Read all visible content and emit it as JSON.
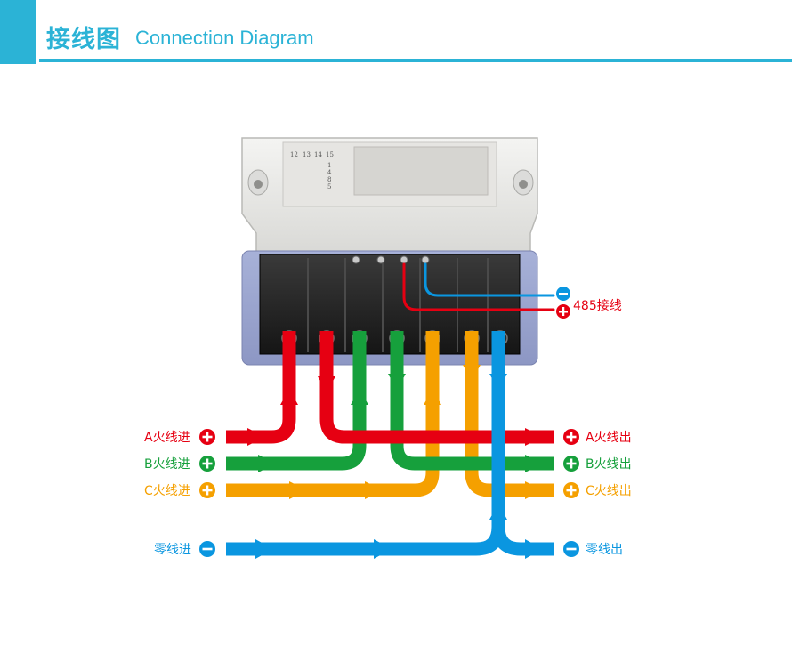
{
  "header": {
    "title_cn": "接线图",
    "title_en": "Connection Diagram"
  },
  "terminal_block_label": "485接线",
  "left_labels": {
    "a_in": "A火线进",
    "b_in": "B火线进",
    "c_in": "C火线进",
    "n_in": "零线进"
  },
  "right_labels": {
    "a_out": "A火线出",
    "b_out": "B火线出",
    "c_out": "C火线出",
    "n_out": "零线出"
  },
  "cover_numbers": [
    "12",
    "13",
    "14",
    "15"
  ],
  "terminal_numbers": [
    "1",
    "4",
    "8",
    "5"
  ],
  "colors": {
    "accent": "#2bb3d6",
    "phase_a": "#e60012",
    "phase_b": "#16a03c",
    "phase_c": "#f5a000",
    "neutral": "#0a96e0"
  },
  "icons": {
    "plus": "plus-circle-icon",
    "minus": "minus-circle-icon"
  }
}
